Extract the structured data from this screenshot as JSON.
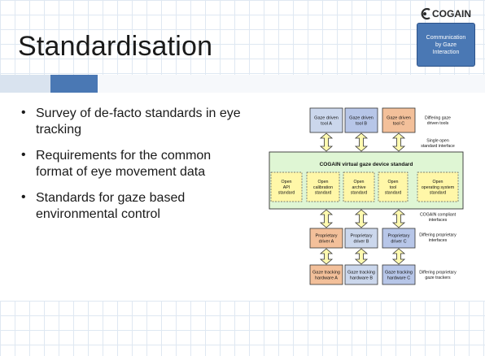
{
  "slide": {
    "title": "Standardisation"
  },
  "logo": {
    "word": "COGAIN",
    "lines": [
      "Communication",
      "by Gaze",
      "Interaction"
    ]
  },
  "bullets": [
    "Survey of de-facto standards in eye tracking",
    "Requirements for the common format of eye movement data",
    "Standards for gaze based environmental control"
  ],
  "diagram": {
    "tools": [
      {
        "lines": [
          "Gaze driven",
          "tool A"
        ],
        "color": "#cbd7ec"
      },
      {
        "lines": [
          "Gaze driven",
          "tool B"
        ],
        "color": "#b7c6e8"
      },
      {
        "lines": [
          "Gaze driven",
          "tool C"
        ],
        "color": "#f3c09a"
      }
    ],
    "standard_title": "COGAIN virtual gaze device standard",
    "standard_items": [
      [
        "Open",
        "API",
        "standard"
      ],
      [
        "Open",
        "calibration",
        "standard"
      ],
      [
        "Open",
        "archive",
        "standard"
      ],
      [
        "Open",
        "tool",
        "standard"
      ],
      [
        "Open",
        "operating system",
        "standard"
      ]
    ],
    "drivers": [
      {
        "lines": [
          "Proprietary",
          "driver A"
        ],
        "color": "#f3c09a"
      },
      {
        "lines": [
          "Proprietary",
          "driver B"
        ],
        "color": "#cbd7ec"
      },
      {
        "lines": [
          "Proprietary",
          "driver C"
        ],
        "color": "#b7c6e8"
      }
    ],
    "hardware": [
      {
        "lines": [
          "Gaze tracking",
          "hardware A"
        ],
        "color": "#f3c09a"
      },
      {
        "lines": [
          "Gaze tracking",
          "hardware B"
        ],
        "color": "#cbd7ec"
      },
      {
        "lines": [
          "Gaze tracking",
          "hardware C"
        ],
        "color": "#b7c6e8"
      }
    ],
    "side_labels": [
      [
        "Differing gaze",
        "driven tools"
      ],
      [
        "Single open",
        "standard interface"
      ],
      [
        "COGAIN compliant",
        "interfaces"
      ],
      [
        "Differing proprietary",
        "interfaces"
      ],
      [
        "Differing proprietary",
        "gaze trackers"
      ]
    ],
    "colors": {
      "standard_bg": "#dff6d4",
      "item_bg": "#fff7a8",
      "arrow_fill": "#fffab0",
      "accent": "#4a78b4"
    }
  }
}
